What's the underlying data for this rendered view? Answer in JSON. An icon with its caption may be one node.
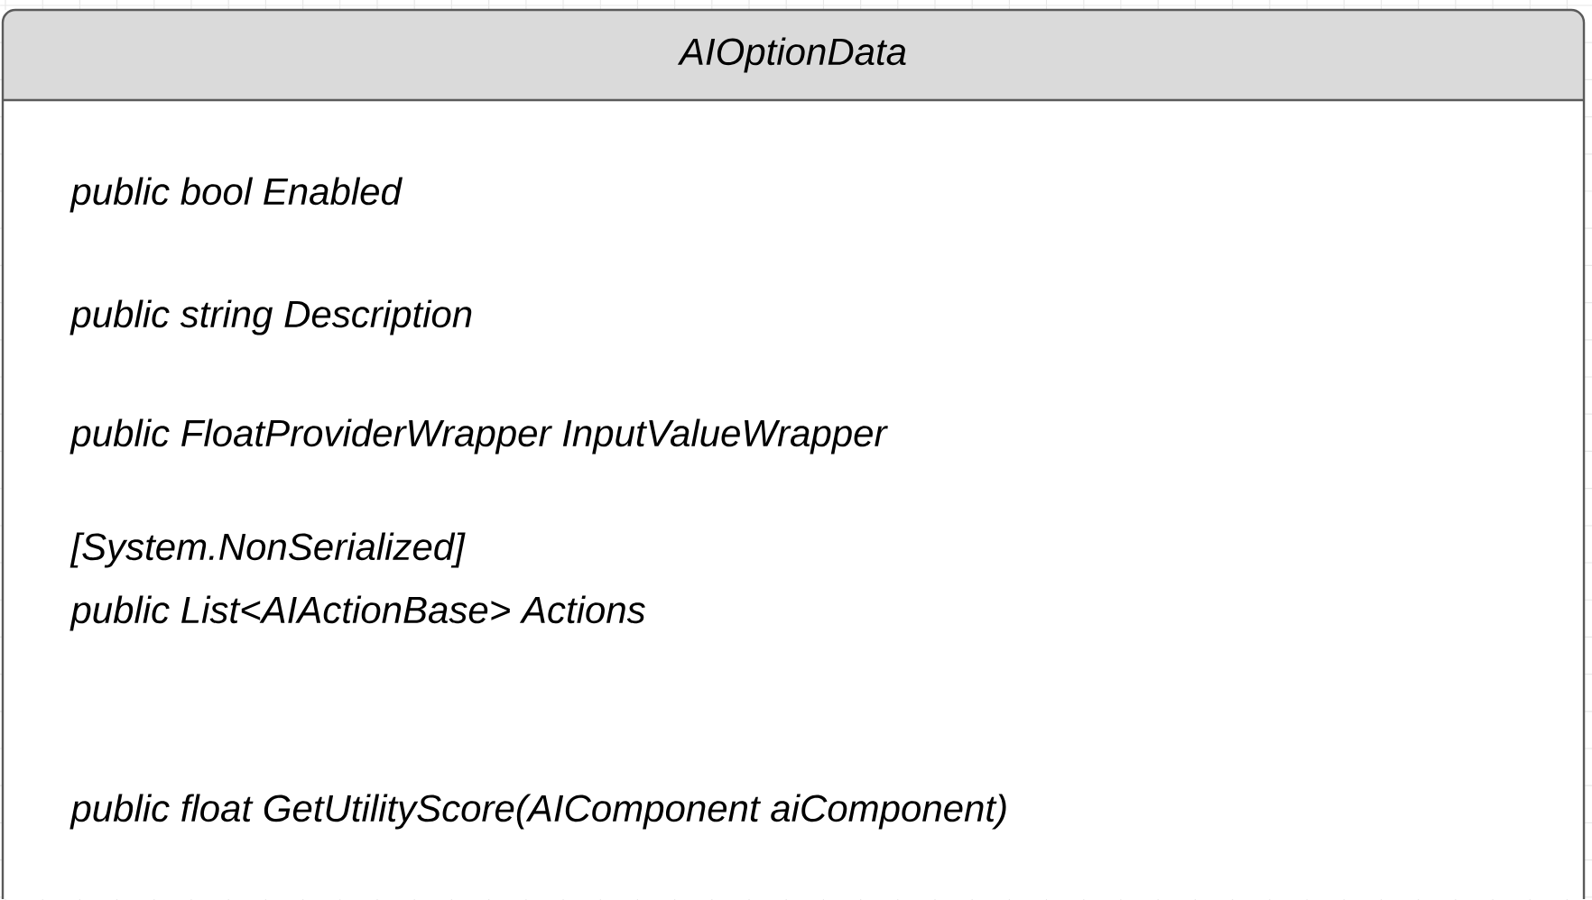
{
  "diagram": {
    "nodes": [
      {
        "text": [
          "AIOptionData",
          "public bool Enabled",
          "public string Description",
          "public FloatProviderWrapper InputValueWrapper",
          "[System.NonSerialized]",
          "public List<AIActionBase> Actions",
          "public float GetUtilityScore(AIComponent aiComponent)"
        ]
      }
    ]
  }
}
